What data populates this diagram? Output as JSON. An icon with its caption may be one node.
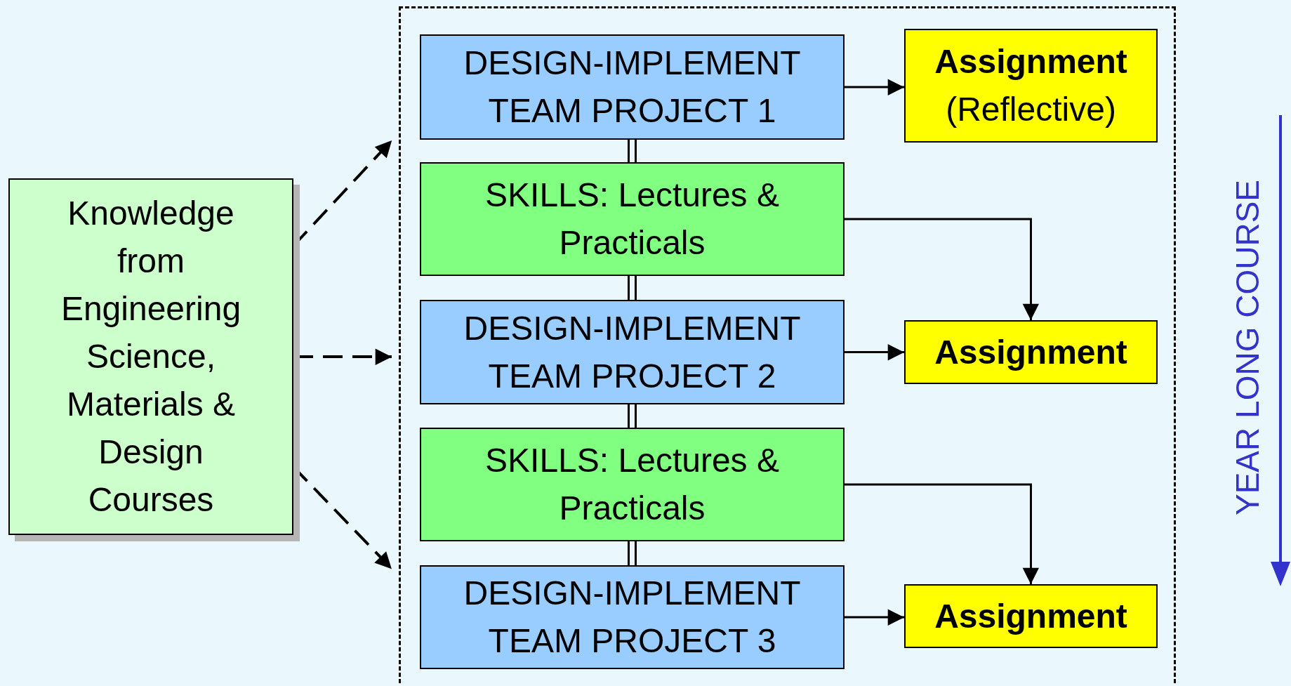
{
  "diagram": {
    "nodes": [
      {
        "text": [
          "Knowledge from Engineering Science, Materials & Design Courses"
        ]
      },
      {
        "text": [],
        "shape": "box"
      },
      {
        "text": [
          "DESIGN-IMPLEMENT TEAM PROJECT 1"
        ],
        "in": 1
      },
      {
        "text": [
          "Assignment",
          "(Reflective)"
        ],
        "in": 1
      },
      {
        "text": [
          "SKILLS: Lectures & Practicals"
        ],
        "in": 1
      },
      {
        "text": [
          "DESIGN-IMPLEMENT TEAM PROJECT 2"
        ],
        "in": 1
      },
      {
        "text": [
          "Assignment"
        ],
        "in": 1
      },
      {
        "text": [
          "SKILLS: Lectures & Practicals"
        ],
        "in": 1
      },
      {
        "text": [
          "DESIGN-IMPLEMENT TEAM PROJECT 3"
        ],
        "in": 1
      },
      {
        "text": [
          "Assignment"
        ],
        "in": 1
      }
    ],
    "edges": [
      {
        "from": 0,
        "to": 1,
        "arrow": "to",
        "style": "dashed"
      },
      {
        "from": 0,
        "to": 1,
        "arrow": "to",
        "style": "dashed"
      },
      {
        "from": 0,
        "to": 1,
        "arrow": "to",
        "style": "dashed"
      },
      {
        "from": 2,
        "to": 3,
        "arrow": "to"
      },
      {
        "from": 2,
        "to": 4,
        "arrow": "none"
      },
      {
        "from": 4,
        "to": 5,
        "arrow": "none"
      },
      {
        "from": 5,
        "to": 6,
        "arrow": "to"
      },
      {
        "from": 5,
        "to": 7,
        "arrow": "none"
      },
      {
        "from": 7,
        "to": 8,
        "arrow": "none"
      },
      {
        "from": 4,
        "to": 6,
        "arrow": "to"
      },
      {
        "from": 7,
        "to": 9,
        "arrow": "to"
      },
      {
        "from": 8,
        "to": 9,
        "arrow": "to"
      }
    ],
    "labels": [
      "YEAR LONG COURSE"
    ]
  }
}
